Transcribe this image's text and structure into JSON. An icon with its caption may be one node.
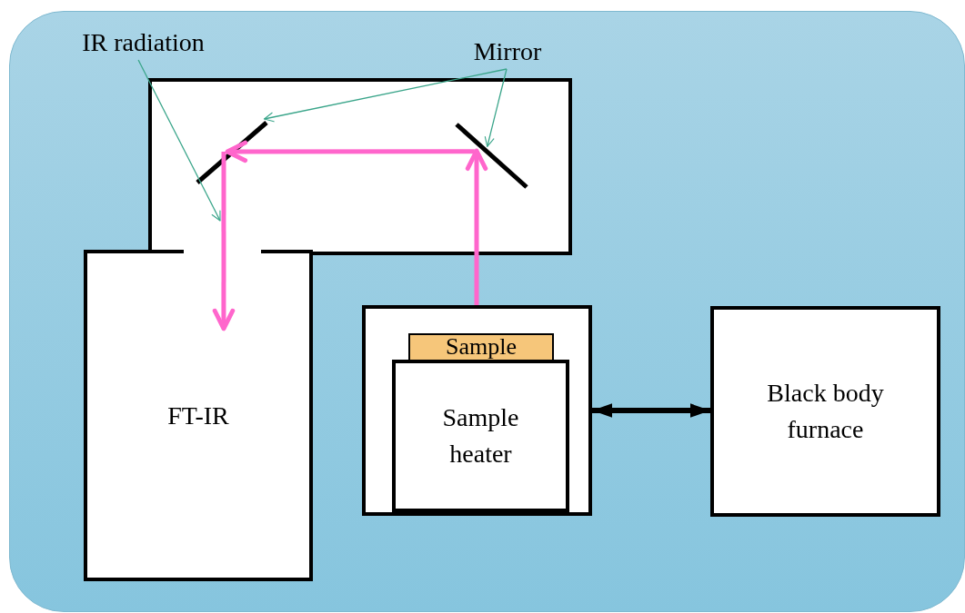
{
  "diagram": {
    "nodes": [
      {
        "text": [
          "IR radiation"
        ]
      },
      {
        "text": [
          "Mirror"
        ]
      },
      {
        "text": [],
        "shape": "box"
      },
      {
        "text": [],
        "shape": "bar",
        "in": 2
      },
      {
        "text": [],
        "shape": "bar",
        "in": 2
      },
      {
        "text": [
          "FT-IR"
        ]
      },
      {
        "text": [],
        "shape": "box"
      },
      {
        "text": [
          "Sample"
        ],
        "in": 6
      },
      {
        "text": [
          "Sample heater"
        ],
        "in": 6
      },
      {
        "text": [
          "Black body furnace"
        ]
      }
    ],
    "edges": [
      {
        "from": 0,
        "to": null,
        "arrow": "to"
      },
      {
        "from": 1,
        "to": 3,
        "arrow": "to"
      },
      {
        "from": 1,
        "to": 4,
        "arrow": "to"
      },
      {
        "from": 6,
        "to": 4,
        "arrow": "to",
        "color": "#ff66cc"
      },
      {
        "from": 4,
        "to": 3,
        "arrow": "to",
        "color": "#ff66cc"
      },
      {
        "from": 3,
        "to": 5,
        "arrow": "to",
        "color": "#ff66cc"
      },
      {
        "from": 6,
        "to": 9,
        "arrow": "both",
        "color": "#000000"
      }
    ]
  }
}
